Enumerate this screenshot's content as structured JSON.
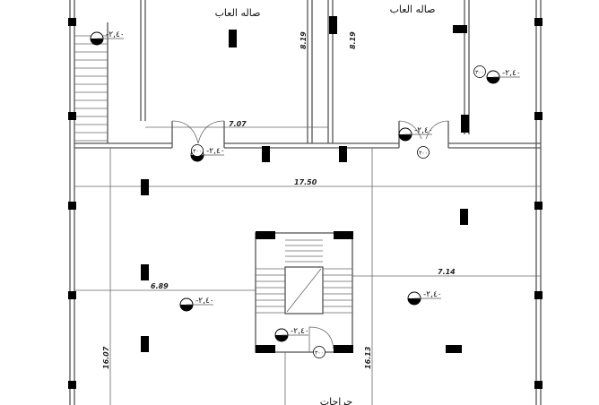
{
  "rooms": {
    "left_hall": "صاله العاب",
    "right_hall": "صاله العاب",
    "bottom": "جراجات"
  },
  "dimensions": {
    "upper_left_height": "8.19",
    "upper_right_height": "8.19",
    "upper_width": "7.07",
    "total_width": "17.50",
    "left_width": "6.89",
    "right_width": "7.14",
    "left_height": "16.07",
    "right_height": "16.13"
  },
  "levels": [
    "-٢,٤٠",
    "-٢,٤٠",
    "-٢,٤٠",
    "-٢,٤٠",
    "-٢,٤٠",
    "-٢,٤٠",
    "-٢,٤٠"
  ],
  "door_tags": [
    "٣٠٠",
    "٣٠٠",
    "٣٠٠",
    "٣٠٠"
  ],
  "colors": {
    "walls": "#555555",
    "columns": "#000000",
    "background": "#ffffff"
  }
}
